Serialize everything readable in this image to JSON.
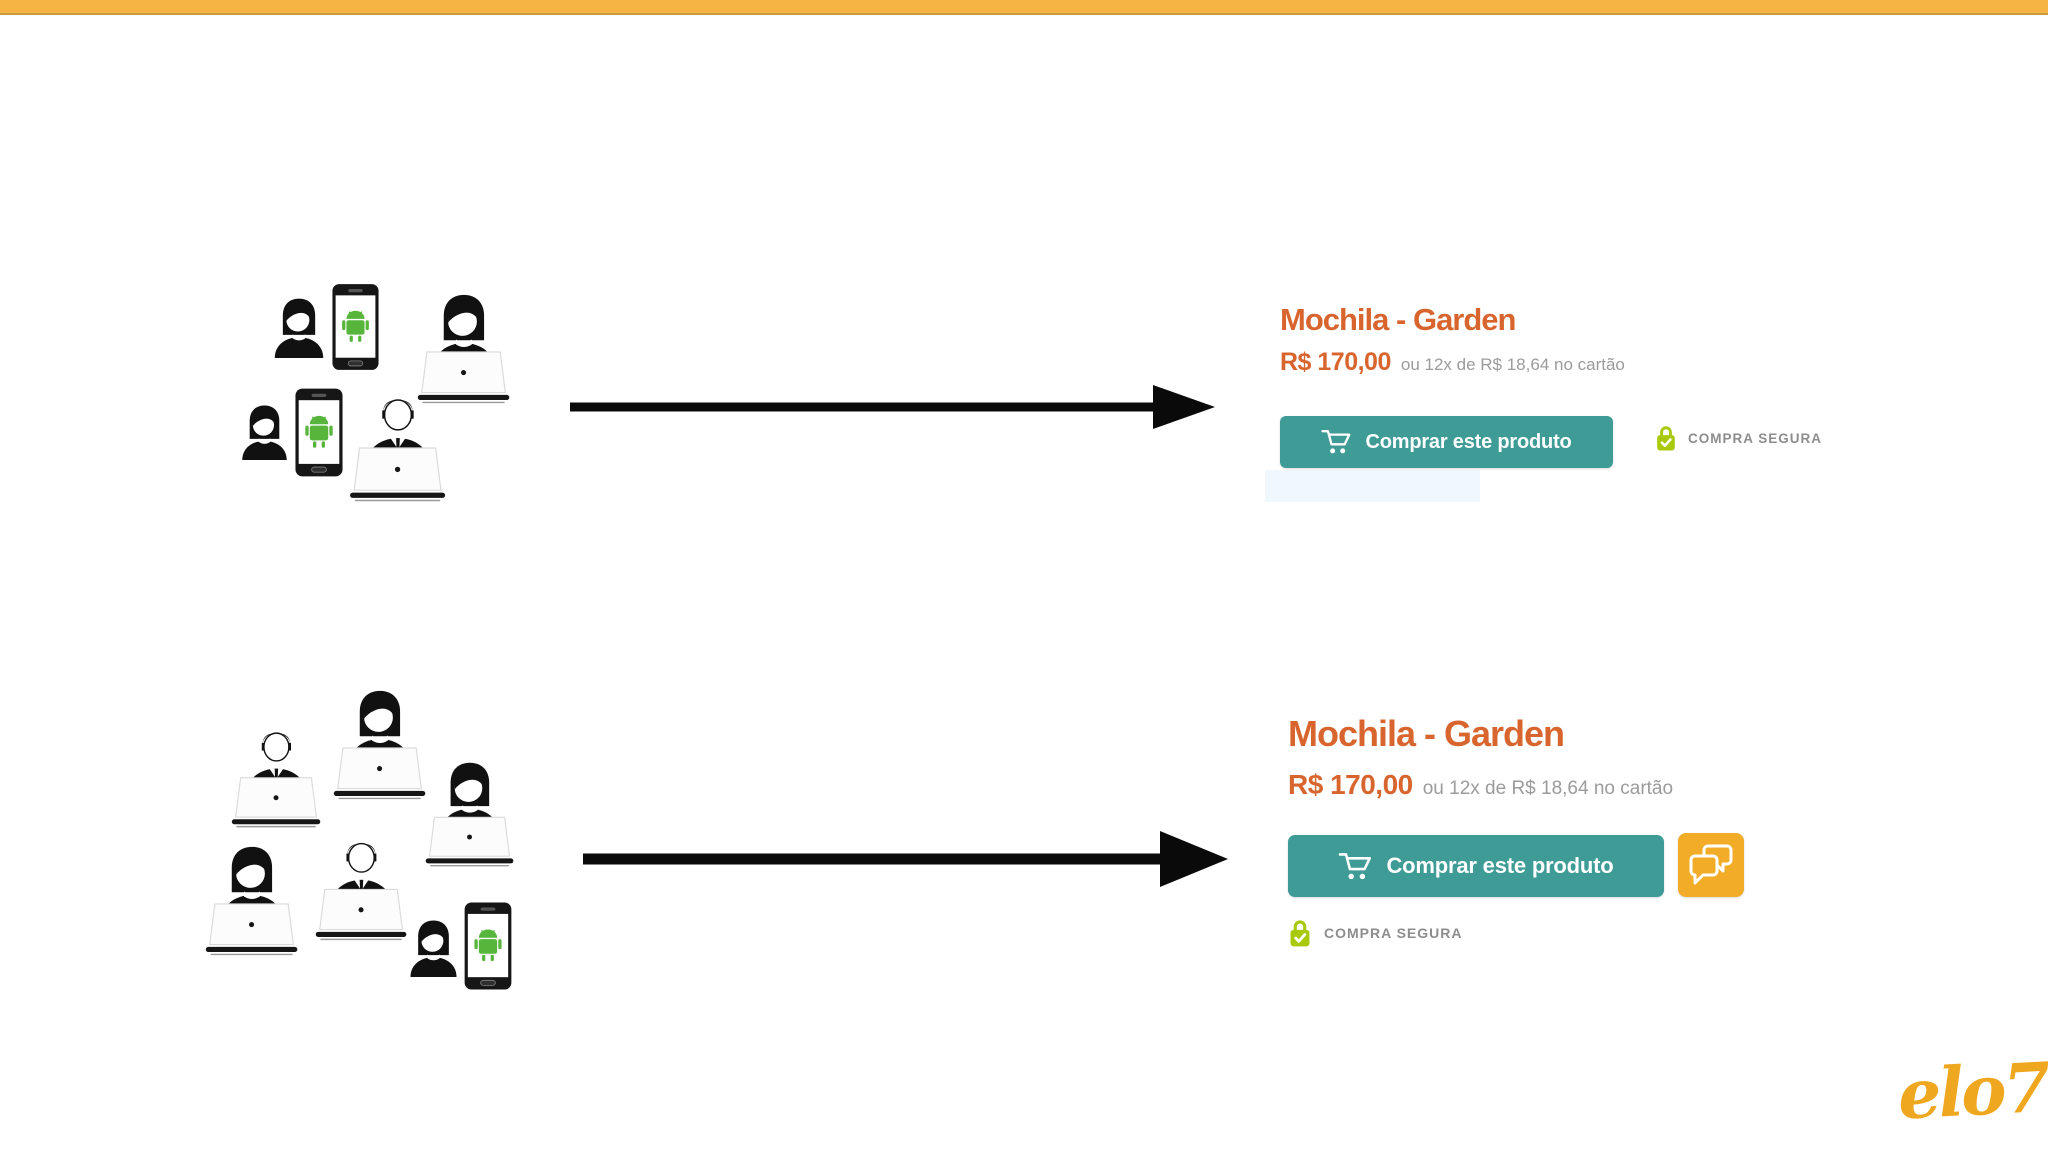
{
  "page": {
    "top_bar_color": "#F6B444",
    "background": "#FFFFFF"
  },
  "brand": {
    "logo_text": "elo7",
    "logo_color": "#F0A720"
  },
  "colors": {
    "accent_orange": "#D9652E",
    "teal_button": "#3E9B95",
    "yellow_button": "#F2AC28",
    "gray_text": "#9B9B9B",
    "secure_text_gray": "#8D8D8D",
    "secure_lock_green": "#A9C90D",
    "android_green": "#57B53C",
    "arrow_black": "#0A0A0A"
  },
  "rows": [
    {
      "audience_icons": [
        "woman-user-icon",
        "android-phone-icon",
        "woman-laptop-user-icon",
        "woman-user-icon",
        "android-phone-icon",
        "man-laptop-user-icon"
      ],
      "product": {
        "title": "Mochila - Garden",
        "price": "R$ 170,00",
        "installments": "ou 12x de R$ 18,64 no cartão",
        "buy_button_label": "Comprar este produto",
        "buy_button_icon": "cart-icon",
        "secure_icon": "lock-check-icon",
        "secure_label": "COMPRA SEGURA"
      }
    },
    {
      "audience_icons": [
        "man-laptop-user-icon",
        "woman-laptop-user-icon",
        "woman-laptop-user-icon",
        "woman-laptop-user-icon",
        "man-laptop-user-icon",
        "woman-user-icon",
        "android-phone-icon"
      ],
      "product": {
        "title": "Mochila - Garden",
        "price": "R$ 170,00",
        "installments": "ou 12x de R$ 18,64 no cartão",
        "buy_button_label": "Comprar este produto",
        "buy_button_icon": "cart-icon",
        "chat_button_icon": "chat-bubbles-icon",
        "secure_icon": "lock-check-icon",
        "secure_label": "COMPRA SEGURA"
      }
    }
  ]
}
